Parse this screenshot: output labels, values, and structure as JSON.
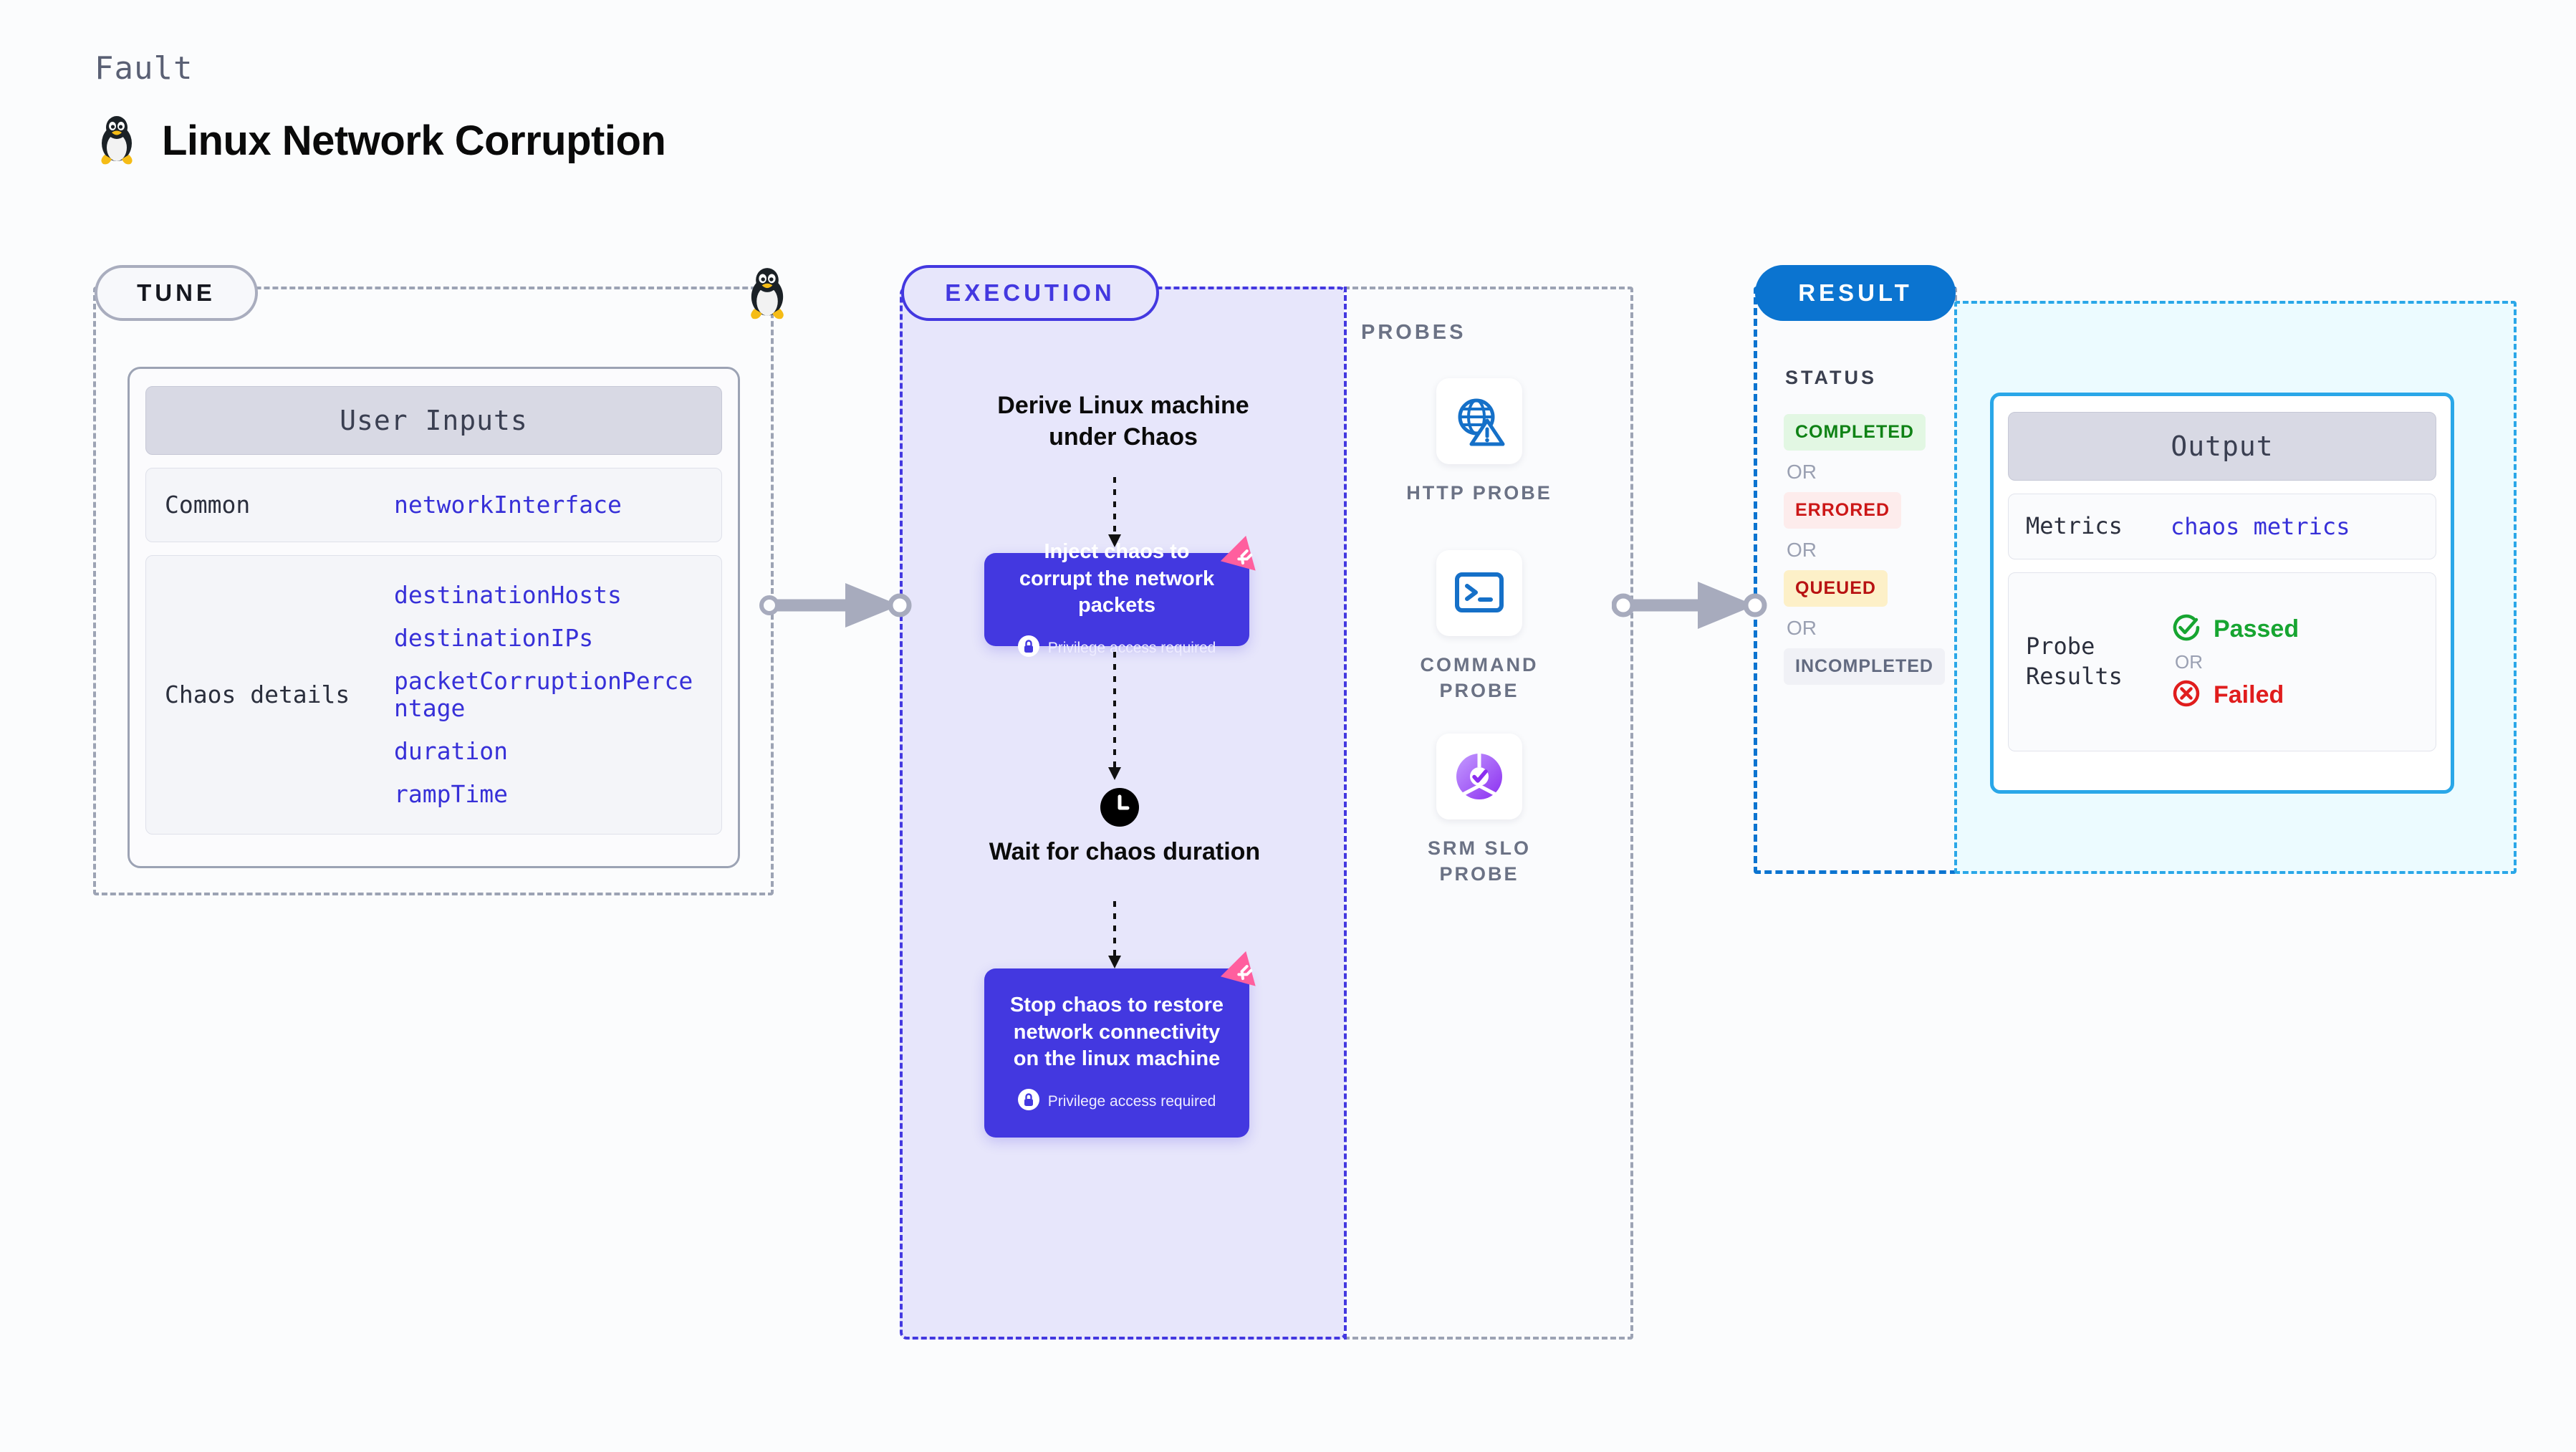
{
  "header": {
    "kicker": "Fault",
    "title": "Linux Network Corruption",
    "icon": "linux-tux-penguin-icon"
  },
  "tune": {
    "pill_label": "TUNE",
    "card_title": "User Inputs",
    "rows": [
      {
        "label": "Common",
        "values": [
          "networkInterface"
        ]
      },
      {
        "label": "Chaos details",
        "values": [
          "destinationHosts",
          "destinationIPs",
          "packetCorruptionPercentage",
          "duration",
          "rampTime"
        ]
      }
    ]
  },
  "execution": {
    "pill_label": "EXECUTION",
    "steps": [
      {
        "kind": "title",
        "text": "Derive Linux machine under Chaos"
      },
      {
        "kind": "card",
        "text": "Inject chaos to corrupt the network packets",
        "privilege": "Privilege access required",
        "badge": "chaos-badge-icon"
      },
      {
        "kind": "clock",
        "text": "Wait for chaos duration",
        "icon": "clock-icon"
      },
      {
        "kind": "card",
        "text": "Stop chaos to restore network connectivity on the linux machine",
        "privilege": "Privilege access required",
        "badge": "chaos-badge-icon"
      }
    ]
  },
  "probes": {
    "label": "PROBES",
    "items": [
      {
        "label": "HTTP PROBE",
        "icon": "globe-warning-icon"
      },
      {
        "label": "COMMAND PROBE",
        "icon": "terminal-icon"
      },
      {
        "label": "SRM SLO PROBE",
        "icon": "slo-donut-check-icon"
      }
    ]
  },
  "result": {
    "pill_label": "RESULT",
    "status_label": "STATUS",
    "or_text": "OR",
    "statuses": [
      {
        "label": "COMPLETED",
        "style": "b-completed"
      },
      {
        "label": "ERRORED",
        "style": "b-errored"
      },
      {
        "label": "QUEUED",
        "style": "b-queued"
      },
      {
        "label": "INCOMPLETED",
        "style": "b-incomplete"
      }
    ]
  },
  "output": {
    "card_title": "Output",
    "metrics_label": "Metrics",
    "metrics_value": "chaos metrics",
    "probe_results_label": "Probe Results",
    "passed_label": "Passed",
    "failed_label": "Failed",
    "or_text": "OR"
  },
  "colors": {
    "indigo": "#4338e0",
    "blue": "#0b74d0",
    "cyan": "#2aa7e8",
    "pink": "#ff5f9e",
    "green": "#17a531",
    "red": "#e01d1d",
    "gray": "#9ca3b4"
  }
}
